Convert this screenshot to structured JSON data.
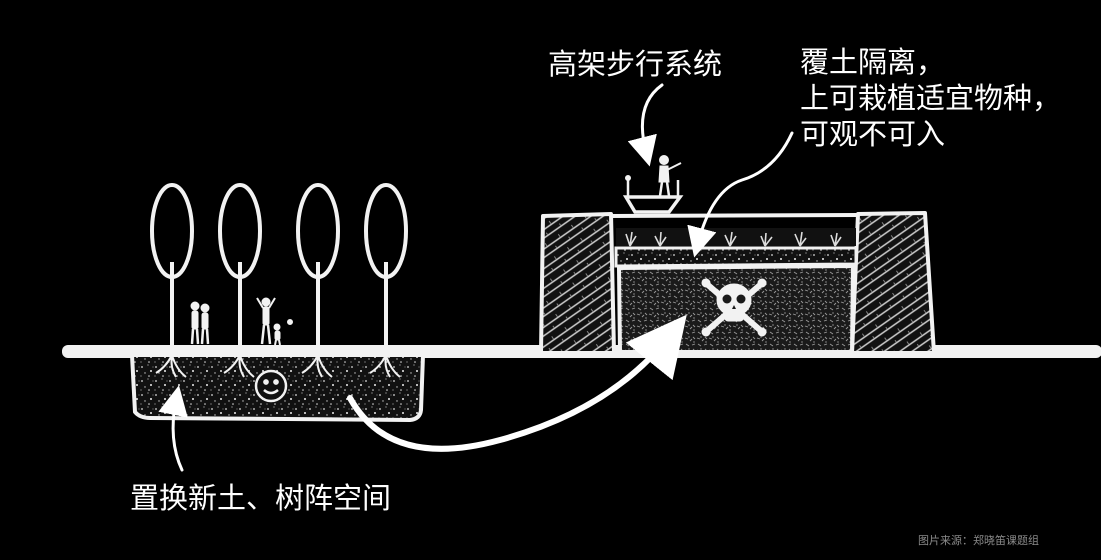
{
  "labels": {
    "elevated_walkway": "高架步行系统",
    "cover_soil_line1": "覆土隔离，",
    "cover_soil_line2": "上可栽植适宜物种，",
    "cover_soil_line3": "可观不可入",
    "replace_soil": "置换新土、树阵空间"
  },
  "credit": "图片来源：郑晓笛课题组",
  "icons": {
    "skull": "skull-crossbones-icon",
    "smiley": "smiley-face-icon",
    "tree": "tree-icon",
    "person": "person-icon"
  },
  "colors": {
    "background": "#000000",
    "line": "#f2f2f2",
    "arrow": "#ffffff",
    "credit": "#8a8a8a"
  }
}
